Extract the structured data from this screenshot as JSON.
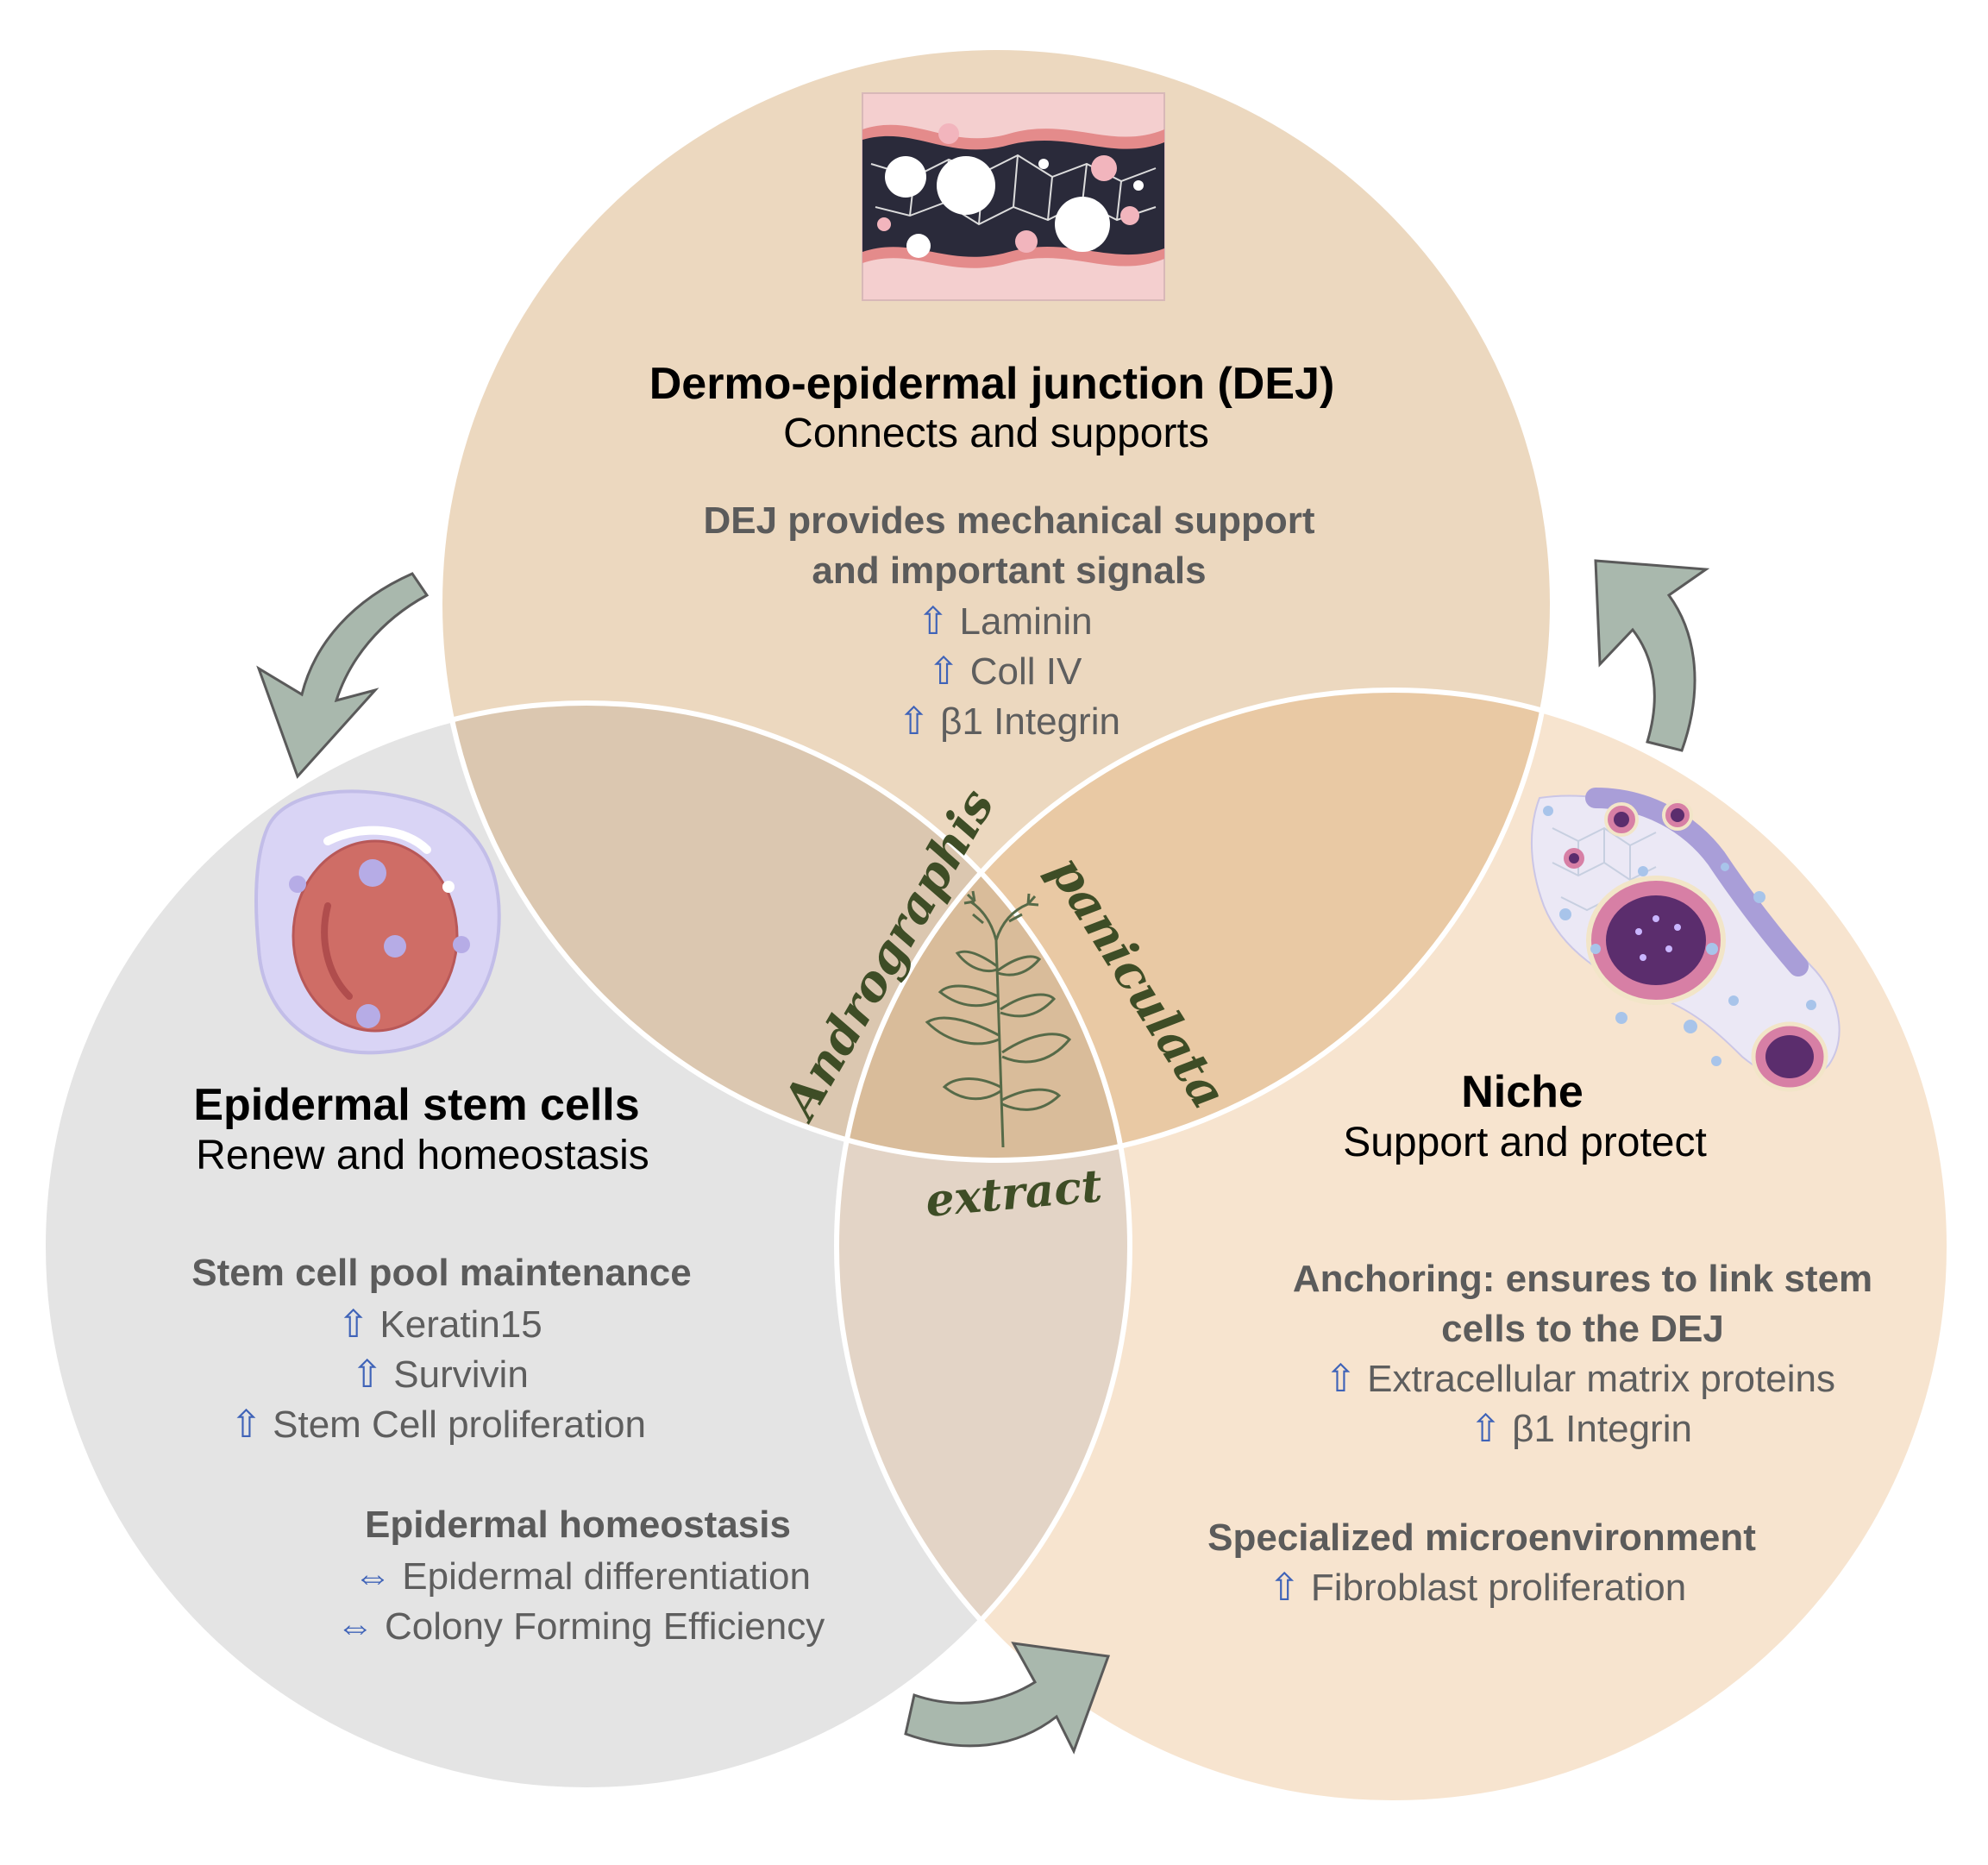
{
  "colors": {
    "dej_circle": "#ecd8bf",
    "stem_circle": "#e4e4e4",
    "niche_circle": "#f7e4cf",
    "overlap_dej_stem": "#dbc7b0",
    "overlap_dej_niche": "#e9c9a4",
    "overlap_stem_niche": "#e3d4c6",
    "overlap_center": "#d9bc9a",
    "cycle_arrow": "#a9b8ad",
    "up_arrow": "#3f63b8",
    "plant_text": "#3e4d26"
  },
  "center": {
    "word_1": "Andrographis",
    "word_2": "paniculata",
    "word_3": "extract",
    "icon": "plant-sprig-icon"
  },
  "dej": {
    "title": "Dermo-epidermal junction (DEJ)",
    "subtitle": "Connects and supports",
    "icon": "tissue-layer-icon",
    "section": {
      "heading_1": "DEJ provides mechanical support",
      "heading_2": "and important signals",
      "items": [
        {
          "arrow": "⇧",
          "text": "Laminin"
        },
        {
          "arrow": "⇧",
          "text": "Coll IV"
        },
        {
          "arrow": "⇧",
          "text": "β1 Integrin"
        }
      ]
    }
  },
  "stem": {
    "title": "Epidermal stem cells",
    "subtitle": "Renew and homeostasis",
    "icon": "stem-cell-icon",
    "section_1": {
      "heading": "Stem cell pool maintenance",
      "items": [
        {
          "arrow": "⇧",
          "text": "Keratin15"
        },
        {
          "arrow": "⇧",
          "text": "Survivin"
        },
        {
          "arrow": "⇧",
          "text": "Stem Cell proliferation"
        }
      ]
    },
    "section_2": {
      "heading": "Epidermal homeostasis",
      "items": [
        {
          "arrow": "⇔",
          "text": "Epidermal differentiation"
        },
        {
          "arrow": "⇔",
          "text": "Colony Forming Efficiency"
        }
      ]
    }
  },
  "niche": {
    "title": "Niche",
    "subtitle": "Support and protect",
    "icon": "niche-tissue-icon",
    "section_1": {
      "heading_1": "Anchoring: ensures to link stem",
      "heading_2": "cells to the DEJ",
      "items": [
        {
          "arrow": "⇧",
          "text": "Extracellular matrix proteins"
        },
        {
          "arrow": "⇧",
          "text": "β1 Integrin"
        }
      ]
    },
    "section_2": {
      "heading": "Specialized microenvironment",
      "items": [
        {
          "arrow": "⇧",
          "text": "Fibroblast proliferation"
        }
      ]
    }
  }
}
